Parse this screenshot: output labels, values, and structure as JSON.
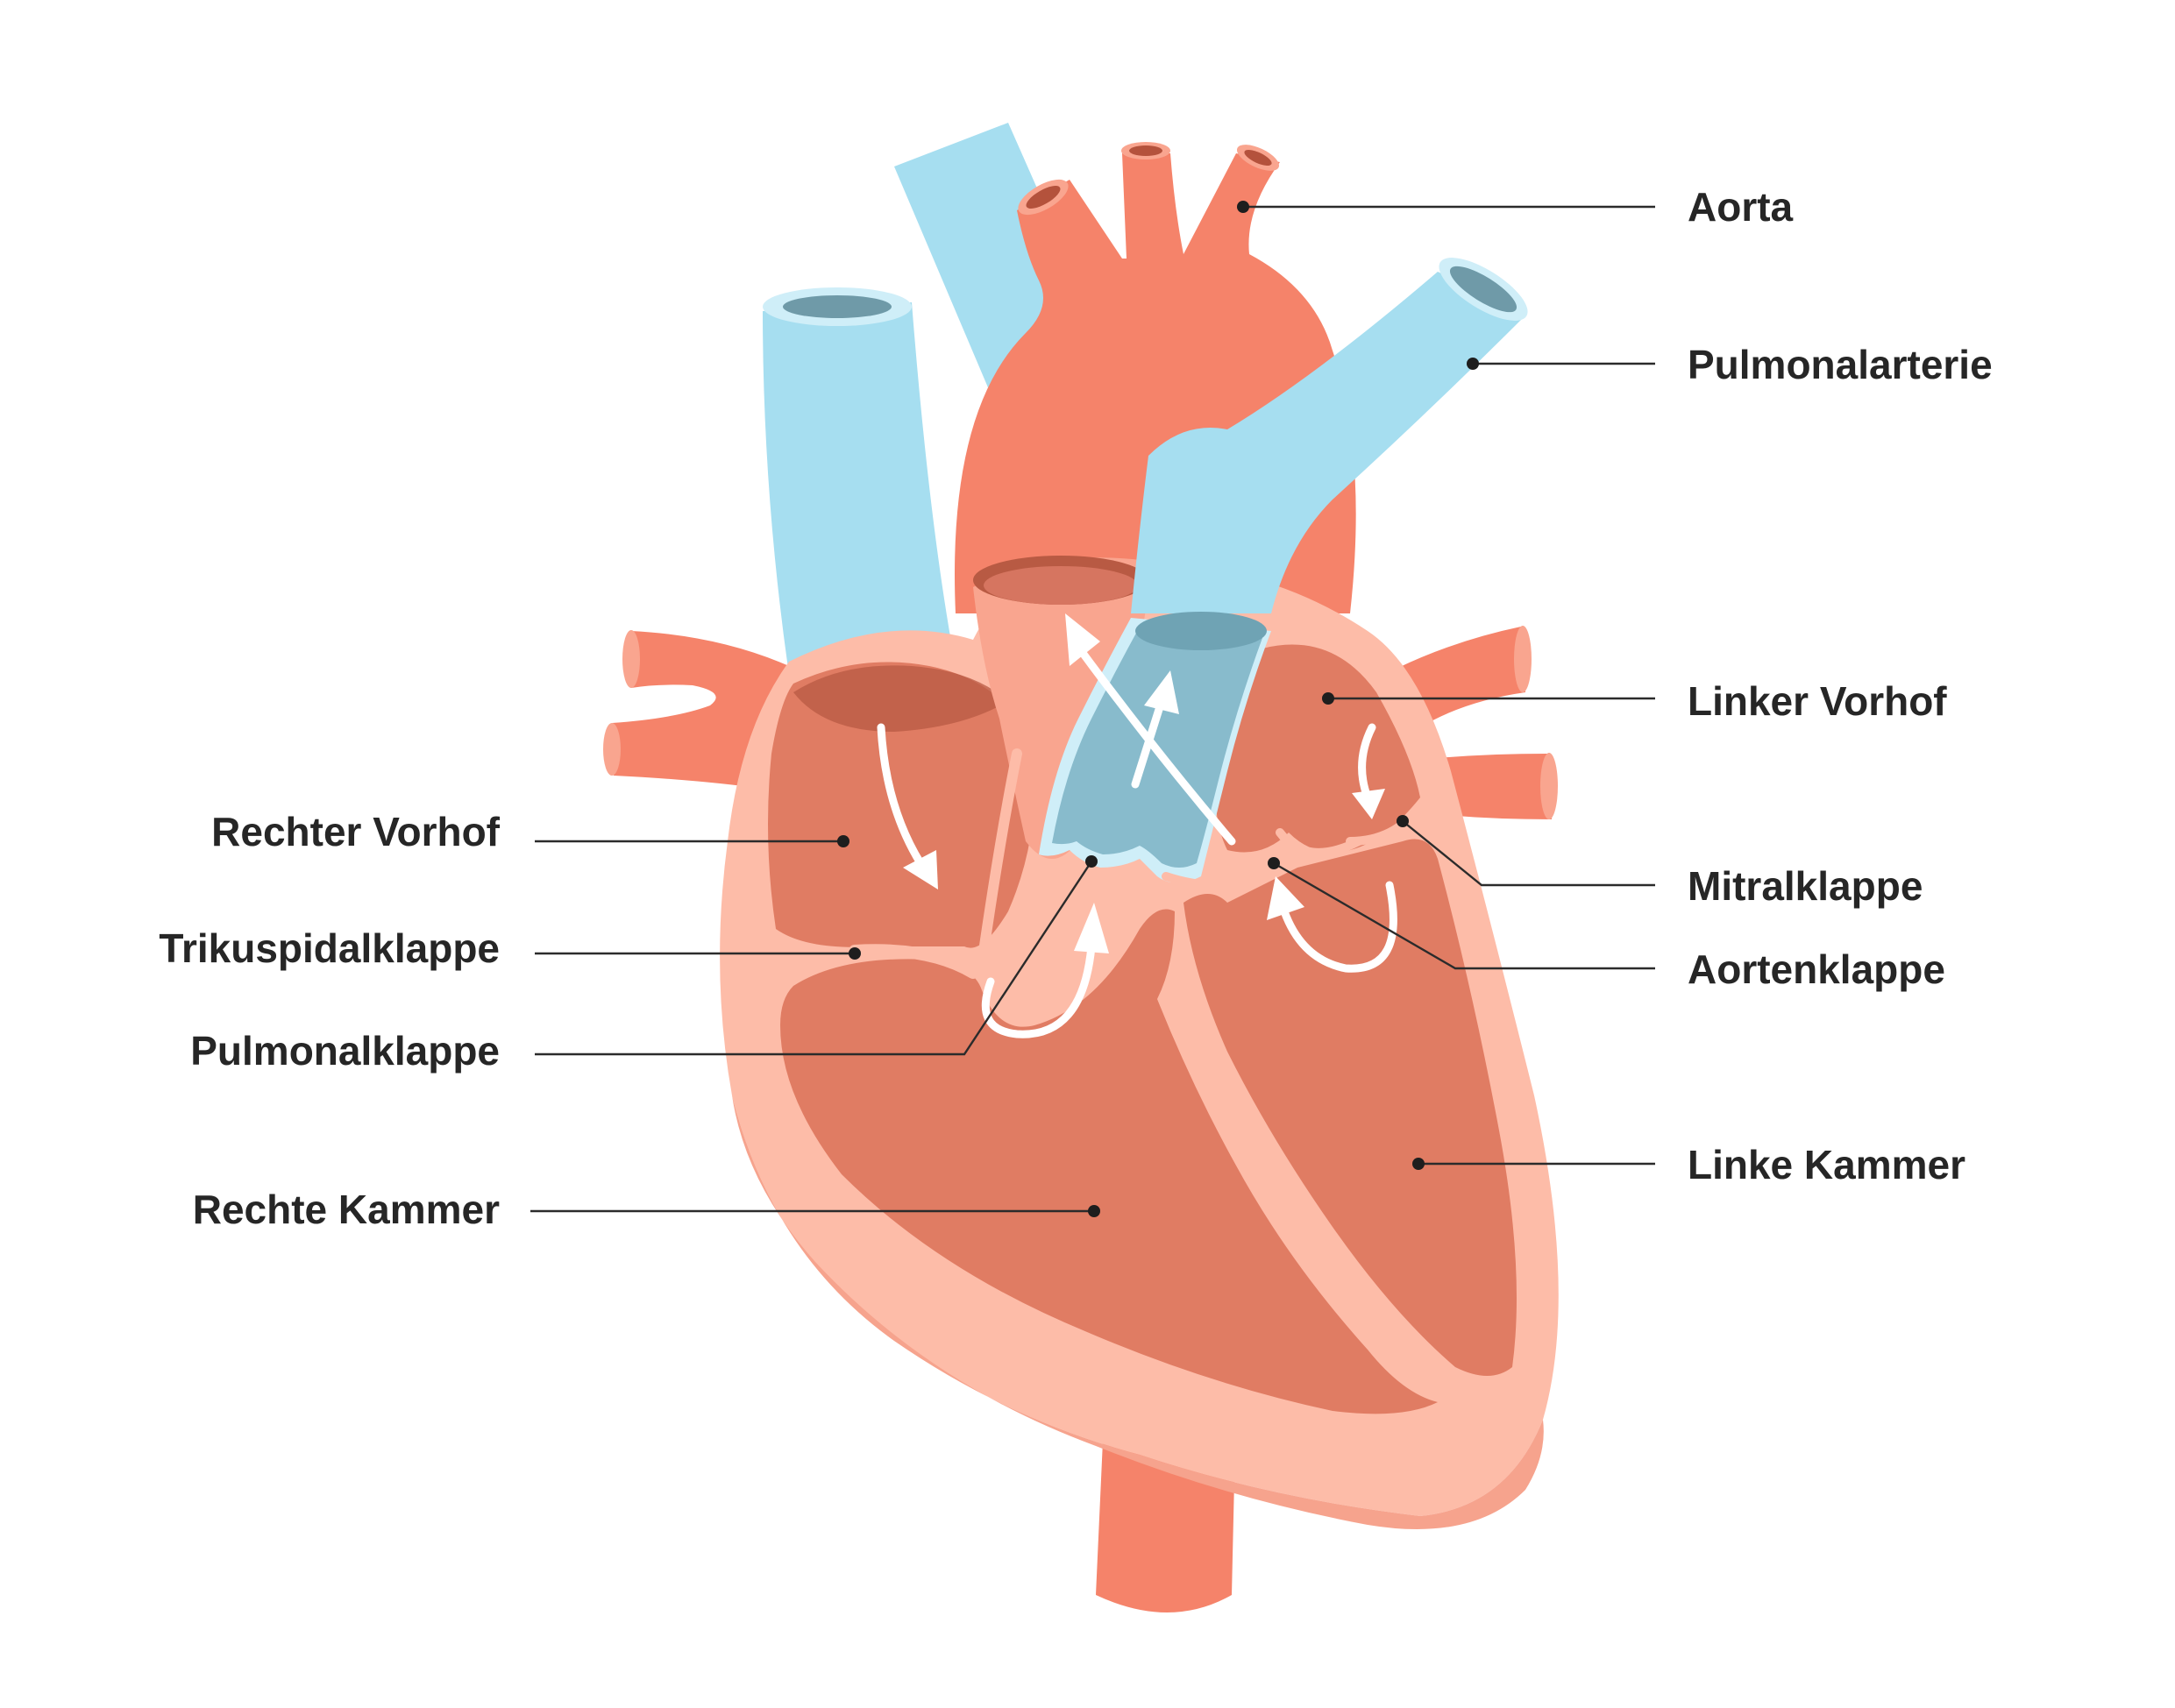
{
  "labels": {
    "aorta": "Aorta",
    "pulmonalarterie": "Pulmonalarterie",
    "linker_vorhof": "Linker Vorhof",
    "mitralklappe": "Mitralklappe",
    "aortenklappe": "Aortenklappe",
    "linke_kammer": "Linke Kammer",
    "rechter_vorhof": "Rechter Vorhof",
    "trikuspidalklappe": "Trikuspidalklappe",
    "pulmonalklappe": "Pulmonalklappe",
    "rechte_kammer": "Rechte Kammer"
  },
  "colors": {
    "artery_red": "#f5836a",
    "chamber_red": "#e07c63",
    "myocardium_pink": "#fdbca8",
    "myocardium_shade": "#f6a38d",
    "vein_blue": "#a6def0",
    "vein_blue_inner": "#88bbcc",
    "label_text": "#262626"
  }
}
